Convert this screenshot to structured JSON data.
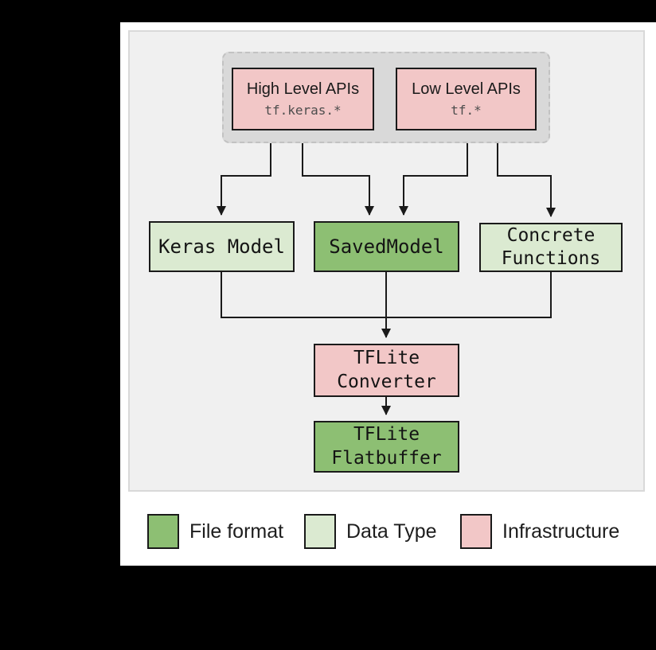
{
  "window": {
    "background_color": "#000000",
    "card_background_color": "#ffffff"
  },
  "diagram": {
    "panel_background_color": "#f0f0f0",
    "line_color": "#1a1a1a",
    "api_group": {
      "background_color": "#d9d9d9",
      "fill": "#f2c7c7",
      "high": {
        "title": "High Level APIs",
        "code": "tf.keras.*"
      },
      "low": {
        "title": "Low Level APIs",
        "code": "tf.*"
      }
    },
    "nodes": {
      "keras_model": {
        "label": "Keras Model",
        "fill": "#dbead1"
      },
      "saved_model": {
        "label": "SavedModel",
        "fill": "#8dbf73"
      },
      "concrete_functions": {
        "line1": "Concrete",
        "line2": "Functions",
        "fill": "#dbead1"
      },
      "tflite_converter": {
        "line1": "TFLite",
        "line2": "Converter",
        "fill": "#f2c7c7"
      },
      "tflite_flatbuffer": {
        "line1": "TFLite",
        "line2": "Flatbuffer",
        "fill": "#8dbf73"
      }
    },
    "edges": [
      {
        "from": "high_level_apis",
        "to": "keras_model"
      },
      {
        "from": "high_level_apis",
        "to": "saved_model"
      },
      {
        "from": "low_level_apis",
        "to": "saved_model"
      },
      {
        "from": "low_level_apis",
        "to": "concrete_functions"
      },
      {
        "from": "keras_model",
        "to": "tflite_converter"
      },
      {
        "from": "saved_model",
        "to": "tflite_converter"
      },
      {
        "from": "concrete_functions",
        "to": "tflite_converter"
      },
      {
        "from": "tflite_converter",
        "to": "tflite_flatbuffer"
      }
    ]
  },
  "legend": {
    "items": [
      {
        "label": "File format",
        "color": "#8dbf73"
      },
      {
        "label": "Data Type",
        "color": "#dbead1"
      },
      {
        "label": "Infrastructure",
        "color": "#f2c7c7"
      }
    ]
  }
}
